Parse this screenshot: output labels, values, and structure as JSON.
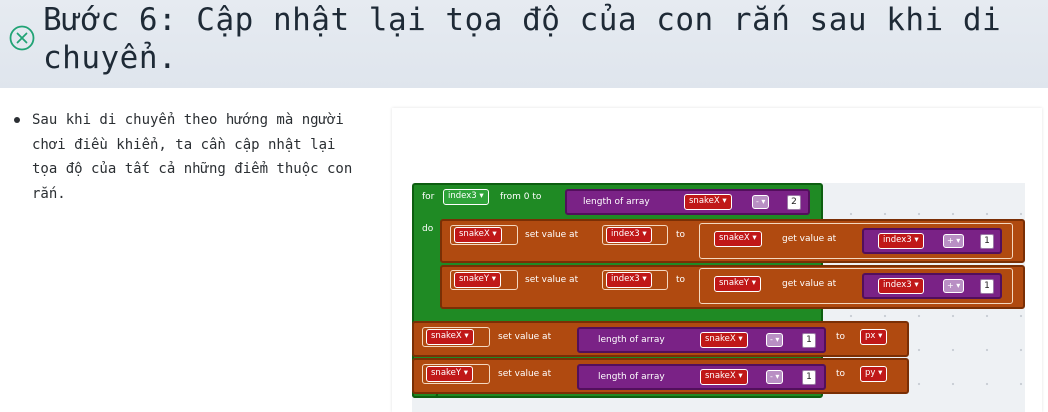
{
  "header": {
    "title": "Bước 6: Cập nhật lại tọa độ của con rắn sau khi di chuyển.",
    "icon": "close-circle-icon",
    "accent_color": "#21a375"
  },
  "bullets": [
    "Sau khi di chuyển theo hướng mà người chơi điều khiển, ta cần cập nhật lại tọa độ của tất cả những điểm thuộc con rắn."
  ],
  "blocks": {
    "loop": {
      "for": "for",
      "var": "index3 ▾",
      "from": "from 0 to",
      "length": "length of array",
      "array": "snakeX ▾",
      "op": "- ▾",
      "num": "2",
      "do": "do"
    },
    "row1": {
      "target": "snakeX ▾",
      "set": "set value at",
      "index": "index3 ▾",
      "to": "to",
      "source": "snakeX ▾",
      "get": "get value at",
      "index2": "index3 ▾",
      "op": "+ ▾",
      "num": "1"
    },
    "row2": {
      "target": "snakeY ▾",
      "set": "set value at",
      "index": "index3 ▾",
      "to": "to",
      "source": "snakeY ▾",
      "get": "get value at",
      "index2": "index3 ▾",
      "op": "+ ▾",
      "num": "1"
    },
    "row3": {
      "target": "snakeX ▾",
      "set": "set value at",
      "length": "length of array",
      "array": "snakeX ▾",
      "op": "- ▾",
      "num": "1",
      "to": "to",
      "value": "px ▾"
    },
    "row4": {
      "target": "snakeY ▾",
      "set": "set value at",
      "length": "length of array",
      "array": "snakeX ▾",
      "op": "- ▾",
      "num": "1",
      "to": "to",
      "value": "py ▾"
    }
  }
}
